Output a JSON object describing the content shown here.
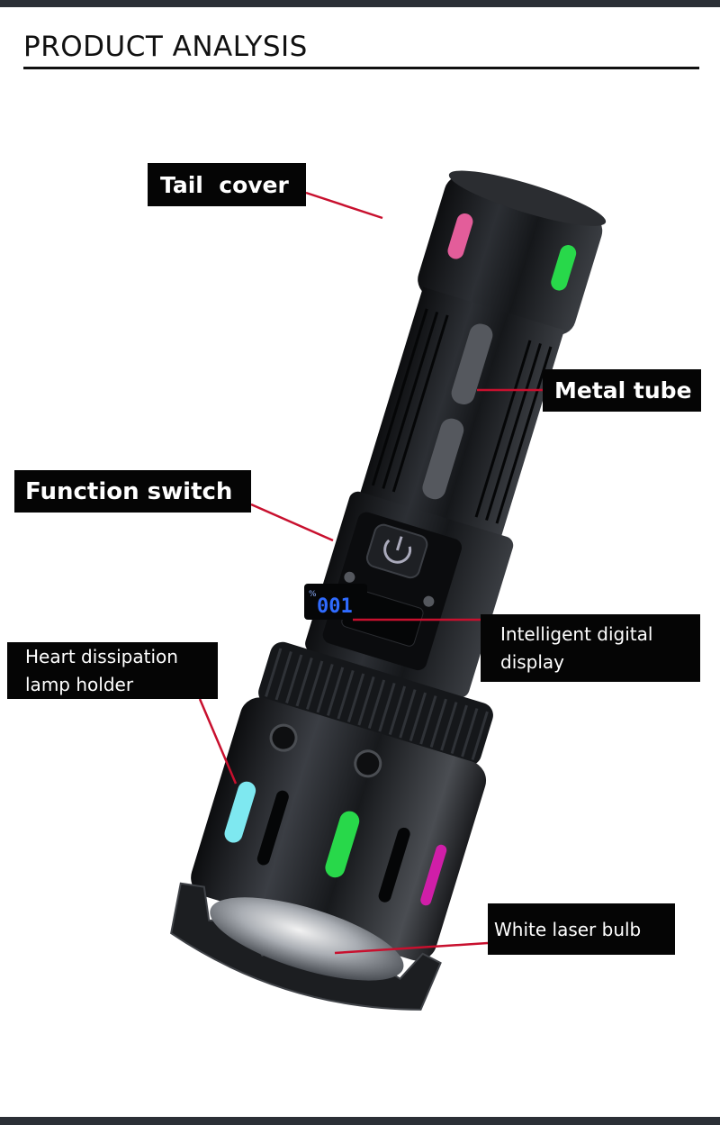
{
  "page": {
    "heading": "PRODUCT ANALYSIS"
  },
  "callouts": {
    "tail_cover": "Tail  cover",
    "metal_tube": "Metal tube",
    "function_switch": "Function switch",
    "display_line1": "Intelligent digital",
    "display_line2": "display",
    "heat_line1": "Heart dissipation",
    "heat_line2": "lamp holder",
    "laser_bulb": "White laser bulb"
  },
  "flashlight_display": {
    "readout": "001",
    "unit": "%"
  },
  "colors": {
    "callout_line": "#c8102e",
    "label_bg": "#050505",
    "body": "#1c1e21",
    "accent_pink": "#e35d9a",
    "accent_green": "#28d84a",
    "accent_cyan": "#7ee8f0",
    "accent_magenta": "#d01ea8",
    "screen_digits": "#2f6bff"
  }
}
